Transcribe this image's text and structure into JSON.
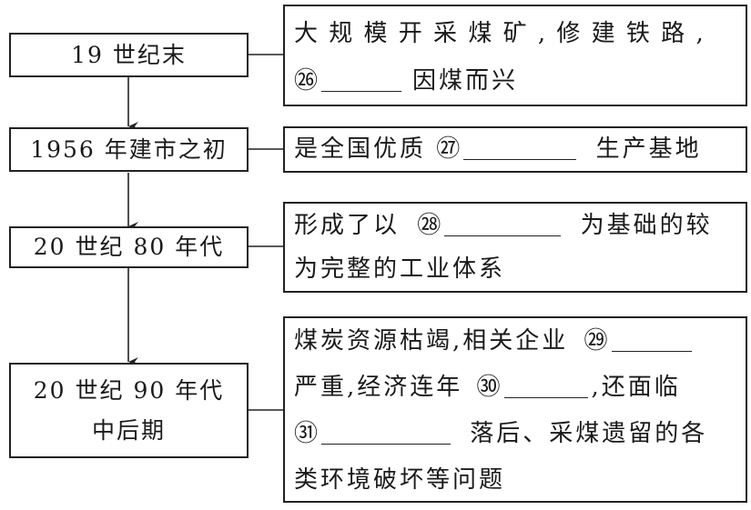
{
  "stages": [
    {
      "lines": [
        "19 世纪末"
      ]
    },
    {
      "lines": [
        "1956 年建市之初"
      ]
    },
    {
      "lines": [
        "20 世纪 80 年代"
      ]
    },
    {
      "lines": [
        "20 世纪 90 年代",
        "中后期"
      ]
    }
  ],
  "descriptions": [
    {
      "line1": "大 规 模 开 采 煤 矿 , 修 建 铁 路 ,",
      "line2_num": "㉖",
      "line2_after": "因煤而兴"
    },
    {
      "line1_before": "是全国优质",
      "line1_num": "㉗",
      "line1_after": "生产基地"
    },
    {
      "line1_before": "形成了以",
      "line1_num": "㉘",
      "line1_after": "为基础的较",
      "line2": "为完整的工业体系"
    },
    {
      "line1_before": "煤炭资源枯竭,相关企业",
      "line1_num": "㉙",
      "line2_before": "严重,经济连年",
      "line2_num": "㉚",
      "line2_after": ",还面临",
      "line3_num": "㉛",
      "line3_after": "落后、采煤遗留的各",
      "line4": "类环境破坏等问题"
    }
  ]
}
